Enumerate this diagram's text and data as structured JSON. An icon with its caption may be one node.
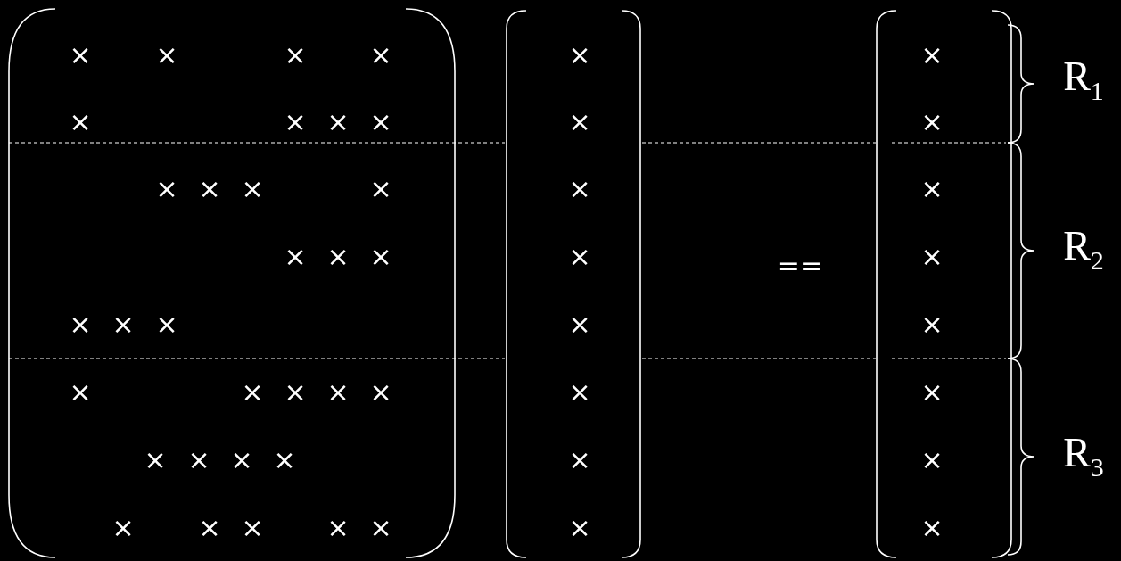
{
  "diagram": {
    "labels": [
      "×",
      "×",
      "×",
      "×",
      "×",
      "×",
      "×",
      "×",
      "×",
      "×",
      "×",
      "×",
      "×",
      "×",
      "×",
      "×",
      "×",
      "×",
      "×",
      "×",
      "×",
      "×",
      "×",
      "×",
      "×",
      "×",
      "×",
      "×",
      "×",
      "×",
      "×",
      "×",
      "×",
      "×",
      "×",
      "×",
      "×",
      "×",
      "×",
      "×",
      "==",
      "×",
      "×",
      "×",
      "×",
      "×",
      "×",
      "×",
      "×",
      "R$_{1}$",
      "R$_{2}$",
      "R$_{3}$"
    ]
  }
}
